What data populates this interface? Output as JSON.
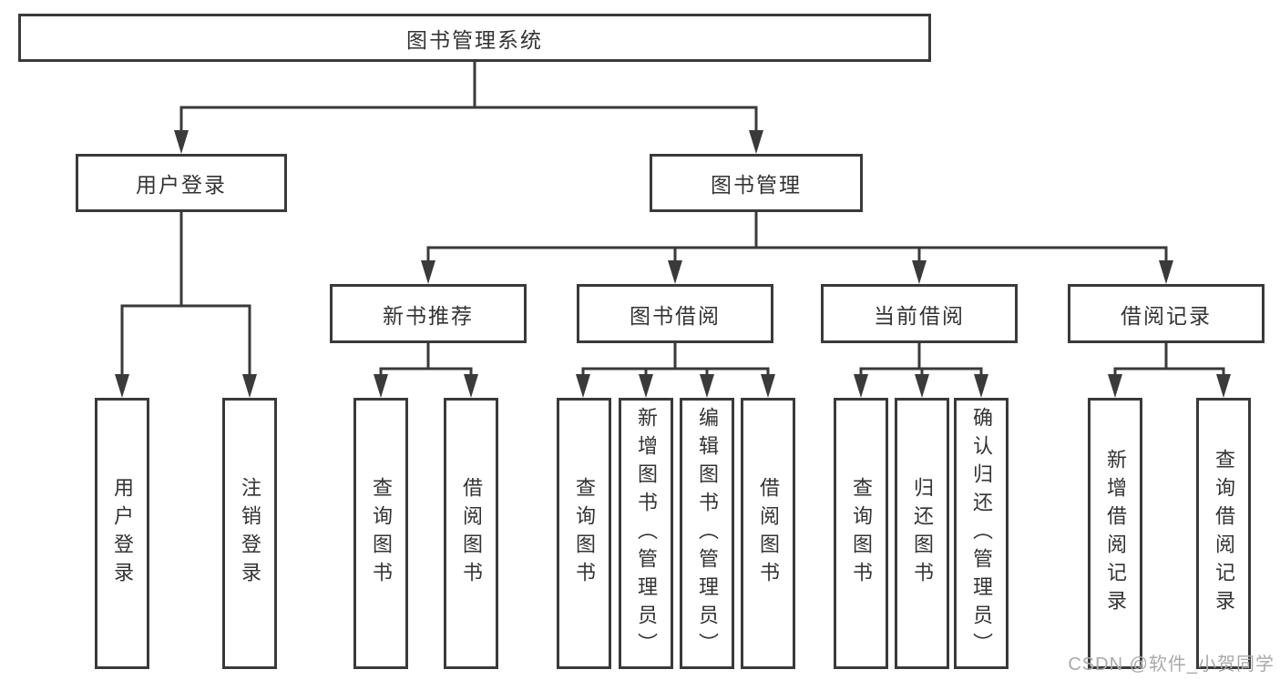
{
  "diagram": {
    "root": {
      "label": "图书管理系统"
    },
    "level2": [
      {
        "label": "用户登录"
      },
      {
        "label": "图书管理"
      }
    ],
    "level3": [
      {
        "label": "新书推荐"
      },
      {
        "label": "图书借阅"
      },
      {
        "label": "当前借阅"
      },
      {
        "label": "借阅记录"
      }
    ],
    "leaves": {
      "user_login": [
        {
          "label": "用户登录"
        },
        {
          "label": "注销登录"
        }
      ],
      "new_book_recommend": [
        {
          "label": "查询图书"
        },
        {
          "label": "借阅图书"
        }
      ],
      "book_borrowing": [
        {
          "label": "查询图书"
        },
        {
          "label": "新增图书（管理员）"
        },
        {
          "label": "编辑图书（管理员）"
        },
        {
          "label": "借阅图书"
        }
      ],
      "current_borrowing": [
        {
          "label": "查询图书"
        },
        {
          "label": "归还图书"
        },
        {
          "label": "确认归还（管理员）"
        }
      ],
      "borrowing_records": [
        {
          "label": "新增借阅记录"
        },
        {
          "label": "查询借阅记录"
        }
      ]
    }
  },
  "watermark": {
    "text": "CSDN @软件_小贺同学"
  },
  "colors": {
    "line": "#3a3a3a",
    "text": "#333333",
    "watermark": "#aaaaaa",
    "background": "#ffffff"
  }
}
